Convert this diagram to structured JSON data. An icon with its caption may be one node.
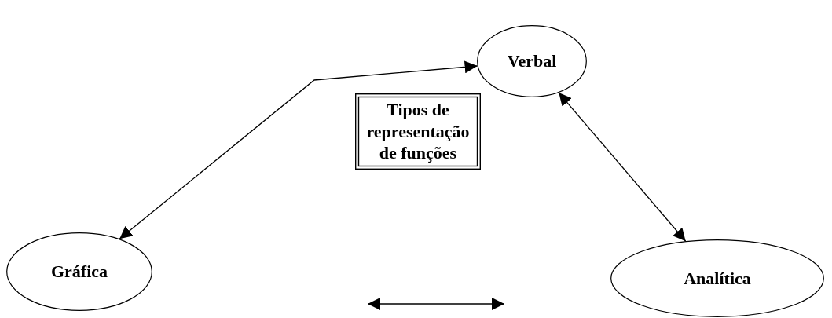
{
  "diagram": {
    "nodes": [
      {
        "text": [
          "Verbal"
        ]
      },
      {
        "text": [
          "Tipos de representação de funções"
        ]
      },
      {
        "text": [
          "Gráfica"
        ]
      },
      {
        "text": [
          "Analítica"
        ]
      }
    ],
    "edges": [
      {
        "from": 2,
        "to": 0,
        "arrow": "both"
      },
      {
        "from": 0,
        "to": 3,
        "arrow": "both"
      }
    ]
  }
}
